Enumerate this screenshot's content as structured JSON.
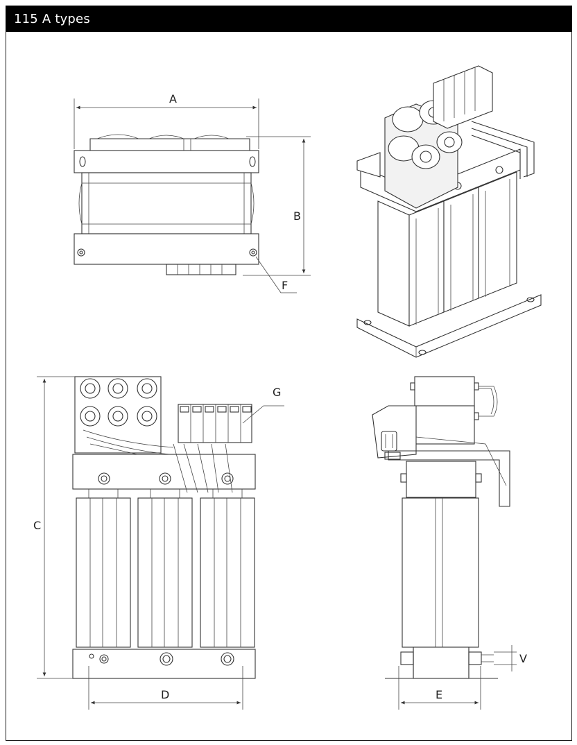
{
  "header": {
    "title": "115 A types"
  },
  "dimensions": {
    "a": "A",
    "b": "B",
    "c": "C",
    "d": "D",
    "e": "E",
    "f": "F",
    "g": "G",
    "v": "V"
  },
  "colors": {
    "header_bg": "#000000",
    "header_text": "#ffffff",
    "line": "#333333"
  }
}
